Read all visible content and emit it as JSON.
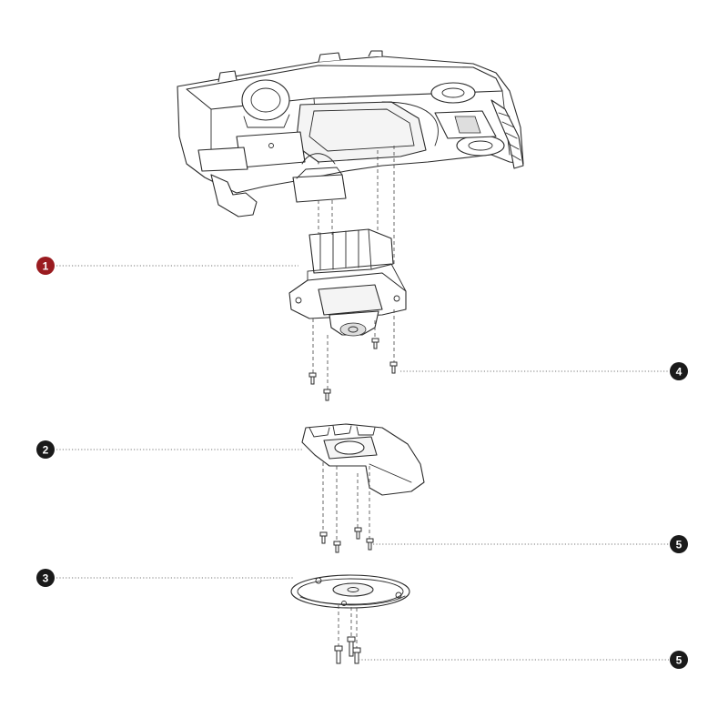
{
  "colors": {
    "callout_primary": "#9a1b20",
    "callout_default": "#1a1a1a",
    "line": "#2b2b2b"
  },
  "callouts": [
    {
      "id": "callout-1",
      "label": "1",
      "highlight": true
    },
    {
      "id": "callout-2",
      "label": "2",
      "highlight": false
    },
    {
      "id": "callout-3",
      "label": "3",
      "highlight": false
    },
    {
      "id": "callout-4",
      "label": "4",
      "highlight": false
    },
    {
      "id": "callout-5a",
      "label": "5",
      "highlight": false
    },
    {
      "id": "callout-5b",
      "label": "5",
      "highlight": false
    }
  ]
}
